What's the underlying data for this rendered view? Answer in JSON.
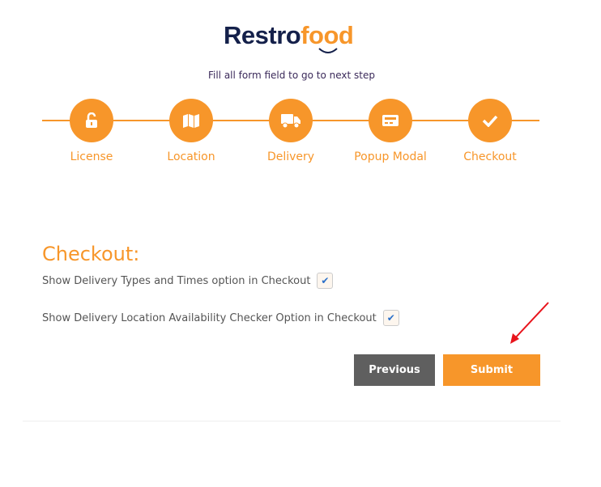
{
  "logo": {
    "part1": "Restro",
    "part2": "food"
  },
  "subtitle": "Fill all form field to go to next step",
  "steps": [
    {
      "label": "License",
      "icon": "unlock-icon"
    },
    {
      "label": "Location",
      "icon": "map-icon"
    },
    {
      "label": "Delivery",
      "icon": "truck-icon"
    },
    {
      "label": "Popup Modal",
      "icon": "card-icon"
    },
    {
      "label": "Checkout",
      "icon": "check-icon"
    }
  ],
  "section": {
    "title": "Checkout:",
    "options": [
      {
        "label": "Show Delivery Types and Times option in Checkout",
        "checked": true,
        "mark": "✔"
      },
      {
        "label": "Show Delivery Location Availability Checker Option in Checkout",
        "checked": true,
        "mark": "✔"
      }
    ]
  },
  "buttons": {
    "previous": "Previous",
    "submit": "Submit"
  },
  "colors": {
    "accent": "#f7962a",
    "dark": "#5f5f5f"
  }
}
